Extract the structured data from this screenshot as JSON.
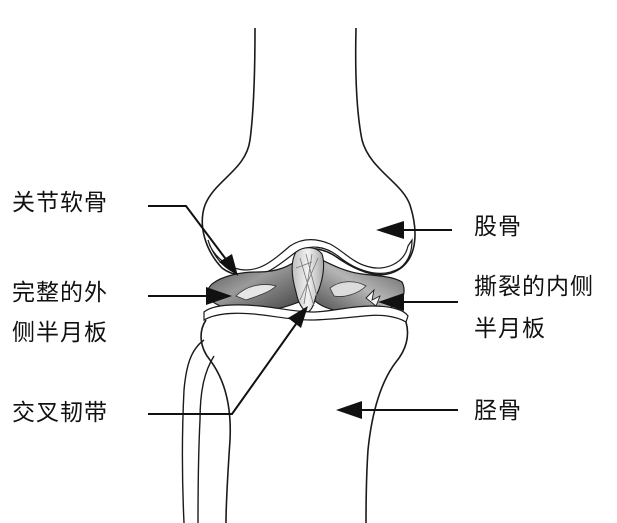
{
  "labels": {
    "articular_cartilage": "关节软骨",
    "lateral_meniscus_line1": "完整的外",
    "lateral_meniscus_line2": "侧半月板",
    "cruciate_ligament": "交叉韧带",
    "femur": "股骨",
    "torn_medial_meniscus_line1": "撕裂的内侧",
    "torn_medial_meniscus_line2": "半月板",
    "tibia": "胫骨"
  },
  "colors": {
    "outline": "#1a1a1a",
    "meniscus_dark": "#6e6e6e",
    "meniscus_light": "#d9d9d9",
    "background": "#ffffff"
  }
}
